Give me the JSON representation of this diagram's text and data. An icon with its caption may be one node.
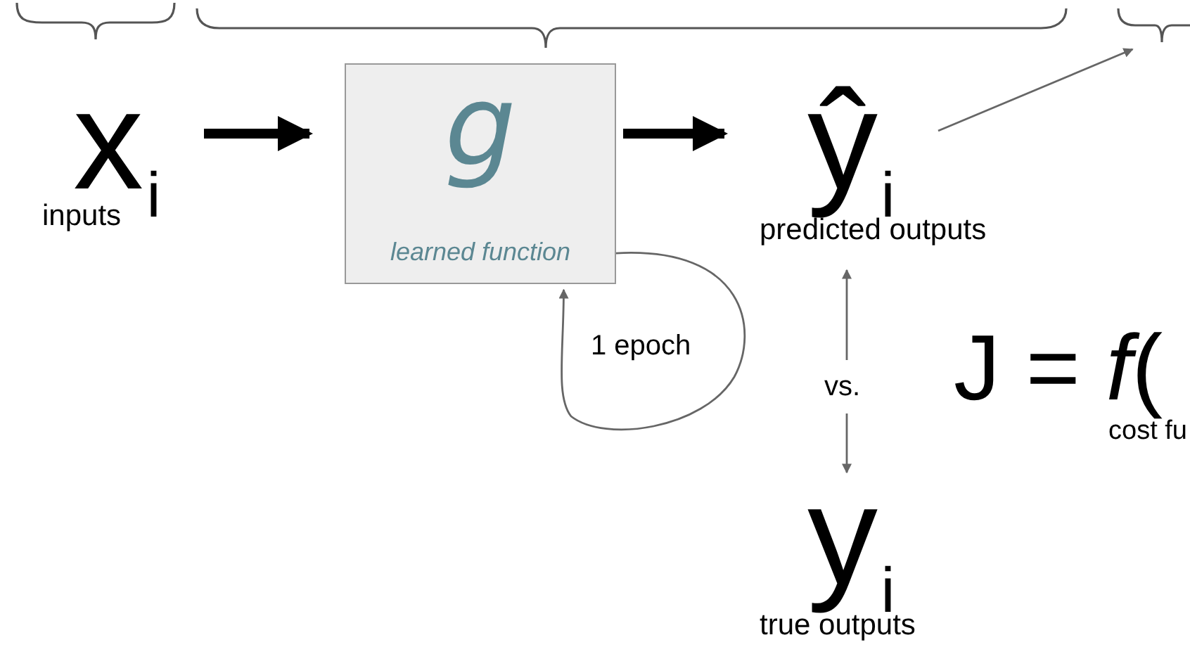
{
  "diagram": {
    "nodes": [
      {
        "text": [],
        "shape": "brace"
      },
      {
        "text": [],
        "shape": "brace"
      },
      {
        "text": [],
        "shape": "brace"
      },
      {
        "text": [
          "x$_{i}$"
        ],
        "beside": [
          "inputs"
        ]
      },
      {
        "text": [
          "g",
          "learned function"
        ]
      },
      {
        "text": [
          "ŷ$_{i}$"
        ],
        "beside": [
          "predicted outputs"
        ]
      },
      {
        "text": [
          "y$_{i}$"
        ],
        "beside": [
          "true outputs"
        ]
      },
      {
        "text": [
          "J = *f*("
        ],
        "beside": [
          "cost fu"
        ]
      }
    ],
    "edges": [
      {
        "from": 3,
        "to": 4,
        "arrow": "to",
        "style": "thick",
        "color": "#000000"
      },
      {
        "from": 4,
        "to": 5,
        "arrow": "to",
        "style": "thick",
        "color": "#000000"
      },
      {
        "from": 5,
        "to": 2,
        "arrow": "to"
      },
      {
        "from": 4,
        "to": 4,
        "arrow": "to",
        "label": "1 epoch"
      },
      {
        "from": 5,
        "to": 6,
        "arrow": "both",
        "label": "vs."
      }
    ]
  }
}
